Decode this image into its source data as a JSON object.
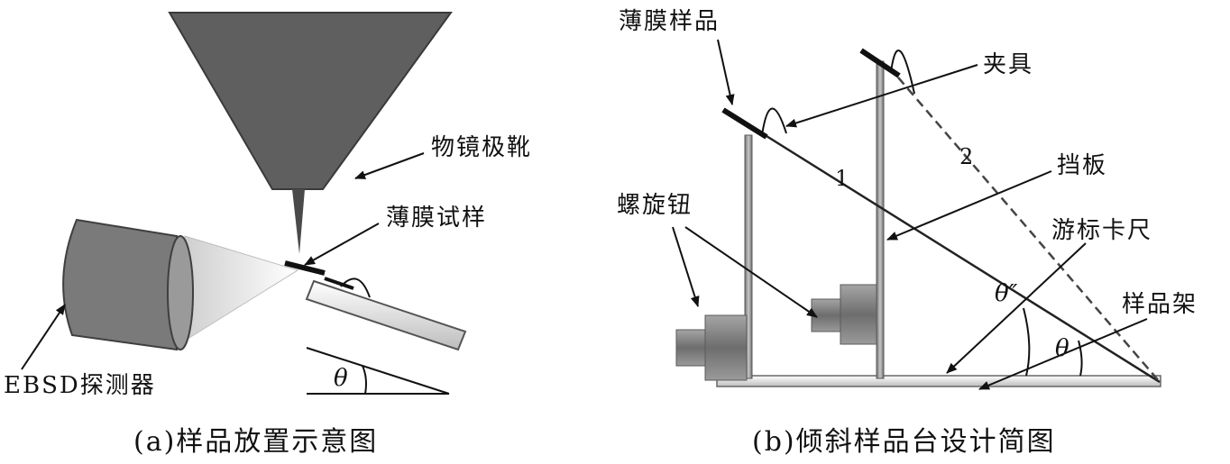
{
  "panel_a": {
    "caption": "(a)样品放置示意图",
    "labels": {
      "objective": "物镜极靴",
      "film_sample": "薄膜试样",
      "detector": "EBSD探测器",
      "angle": "θ"
    }
  },
  "panel_b": {
    "caption": "(b)倾斜样品台设计简图",
    "labels": {
      "film_sample": "薄膜样品",
      "clamp": "夹具",
      "baffle": "挡板",
      "knob": "螺旋钮",
      "caliper": "游标卡尺",
      "holder": "样品架",
      "line1": "1",
      "line2": "2",
      "angle_theta": "θ",
      "angle_theta_double": "θ″"
    }
  },
  "colors": {
    "pole_piece": "#5f5f5f",
    "detector": "#7a7a7a",
    "cone": "#d9d9d9",
    "stage": "#dcdcdc",
    "post": "#8a8a8a",
    "knob": "#8c8c8c"
  }
}
